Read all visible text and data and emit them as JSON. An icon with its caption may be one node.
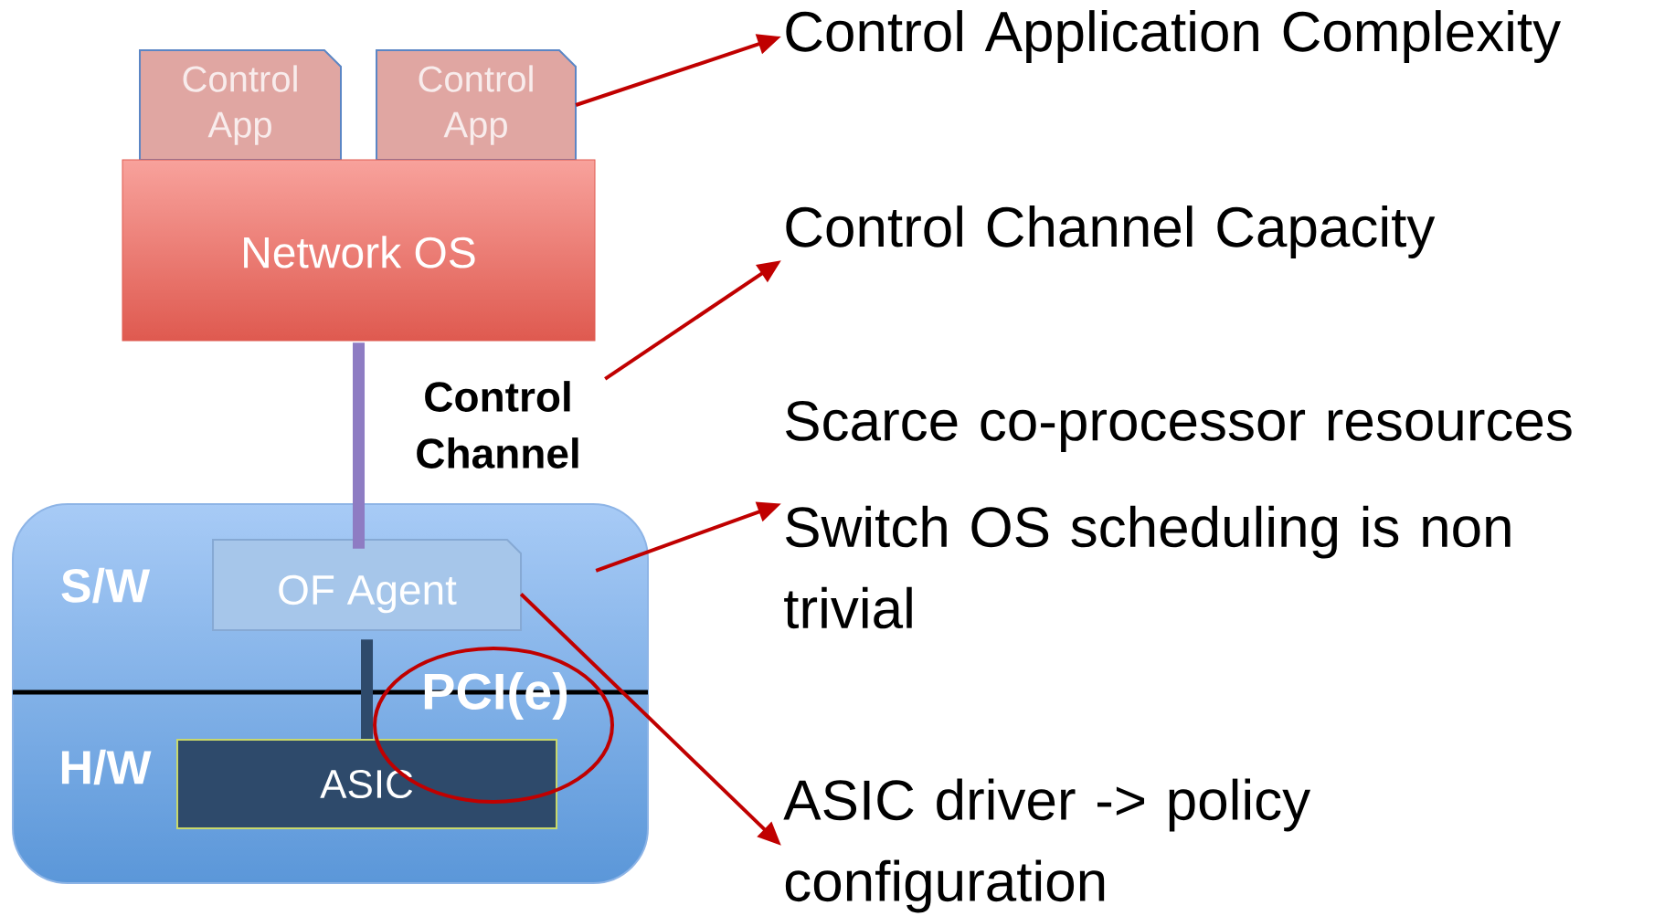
{
  "diagram": {
    "nodes": [
      {
        "text": [
          "Control App"
        ]
      },
      {
        "text": [
          "Control App"
        ]
      },
      {
        "text": [
          "Network OS"
        ]
      },
      {
        "text": [
          "Control Channel"
        ]
      },
      {
        "text": [
          "S/W",
          "H/W"
        ]
      },
      {
        "text": [
          "OF Agent"
        ],
        "in": 4
      },
      {
        "text": [
          "ASIC"
        ],
        "in": 4
      },
      {
        "text": [
          "Control Application Complexity"
        ]
      },
      {
        "text": [
          "Control Channel Capacity"
        ]
      },
      {
        "text": [
          "Scarce co-processor resources"
        ]
      },
      {
        "text": [
          "Switch OS scheduling is non trivial"
        ]
      },
      {
        "text": [
          "ASIC driver -> policy configuration"
        ]
      }
    ],
    "edges": [
      {
        "from": 1,
        "to": 7,
        "arrow": "to"
      },
      {
        "from": 2,
        "to": 5,
        "arrow": "none",
        "style": "thick",
        "color": "#8e7cc3"
      },
      {
        "from": 3,
        "to": 8,
        "arrow": "to"
      },
      {
        "from": 4,
        "to": 10,
        "arrow": "to"
      },
      {
        "from": 5,
        "to": 6,
        "arrow": "none",
        "style": "thick",
        "color": "#2e4a6b"
      },
      {
        "from": 5,
        "to": 11,
        "arrow": "to"
      }
    ],
    "labels": [
      "PCI(e)"
    ]
  }
}
